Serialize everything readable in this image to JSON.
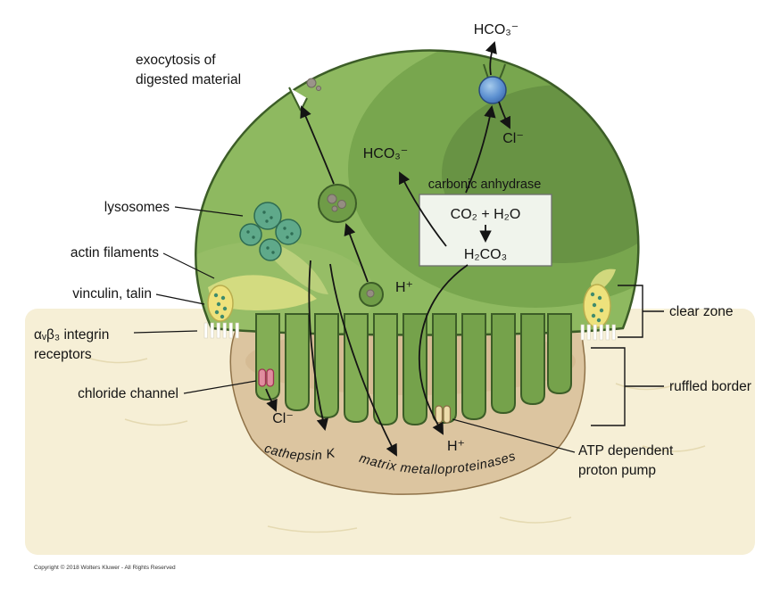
{
  "labels": {
    "exocytosis": {
      "line1": "exocytosis of",
      "line2": "digested material"
    },
    "lysosomes": "lysosomes",
    "actin_filaments": "actin filaments",
    "vinculin_talin": "vinculin, talin",
    "integrin": {
      "line1": "αᵥβ₃ integrin",
      "line2": "receptors"
    },
    "chloride_channel": "chloride channel",
    "clear_zone": "clear zone",
    "ruffled_border": "ruffled border",
    "proton_pump": {
      "line1": "ATP dependent",
      "line2": "proton pump"
    },
    "carbonic_anhydrase": "carbonic anhydrase"
  },
  "molecules": {
    "co2_h2o": "CO₂ + H₂O",
    "h2co3": "H₂CO₃",
    "hco3_top": "HCO₃⁻",
    "hco3_inner": "HCO₃⁻",
    "cl_top": "Cl⁻",
    "cl_bottom": "Cl⁻",
    "h_inner": "H⁺",
    "h_bottom": "H⁺"
  },
  "enzymes": {
    "cathepsin_k": "cathepsin K",
    "mmp": "matrix metalloproteinases"
  },
  "footer": {
    "copyright": "Copyright © 2018 Wolters Kluwer - All Rights Reserved"
  },
  "colors": {
    "background_cream": "#f6efd6",
    "bone_tan": "#dcc5a0",
    "cell_green": "#8eb960",
    "cell_green_dark": "#689344",
    "outline_green": "#3c5d27",
    "lysosome_teal": "#5fa98a",
    "actin_yellow": "#eee27c",
    "transporter_blue": "#4f84c6",
    "channel_pink": "#e08d9f",
    "pump_cream": "#ecdcab",
    "enzyme_box_fill": "#f0f4ec"
  }
}
